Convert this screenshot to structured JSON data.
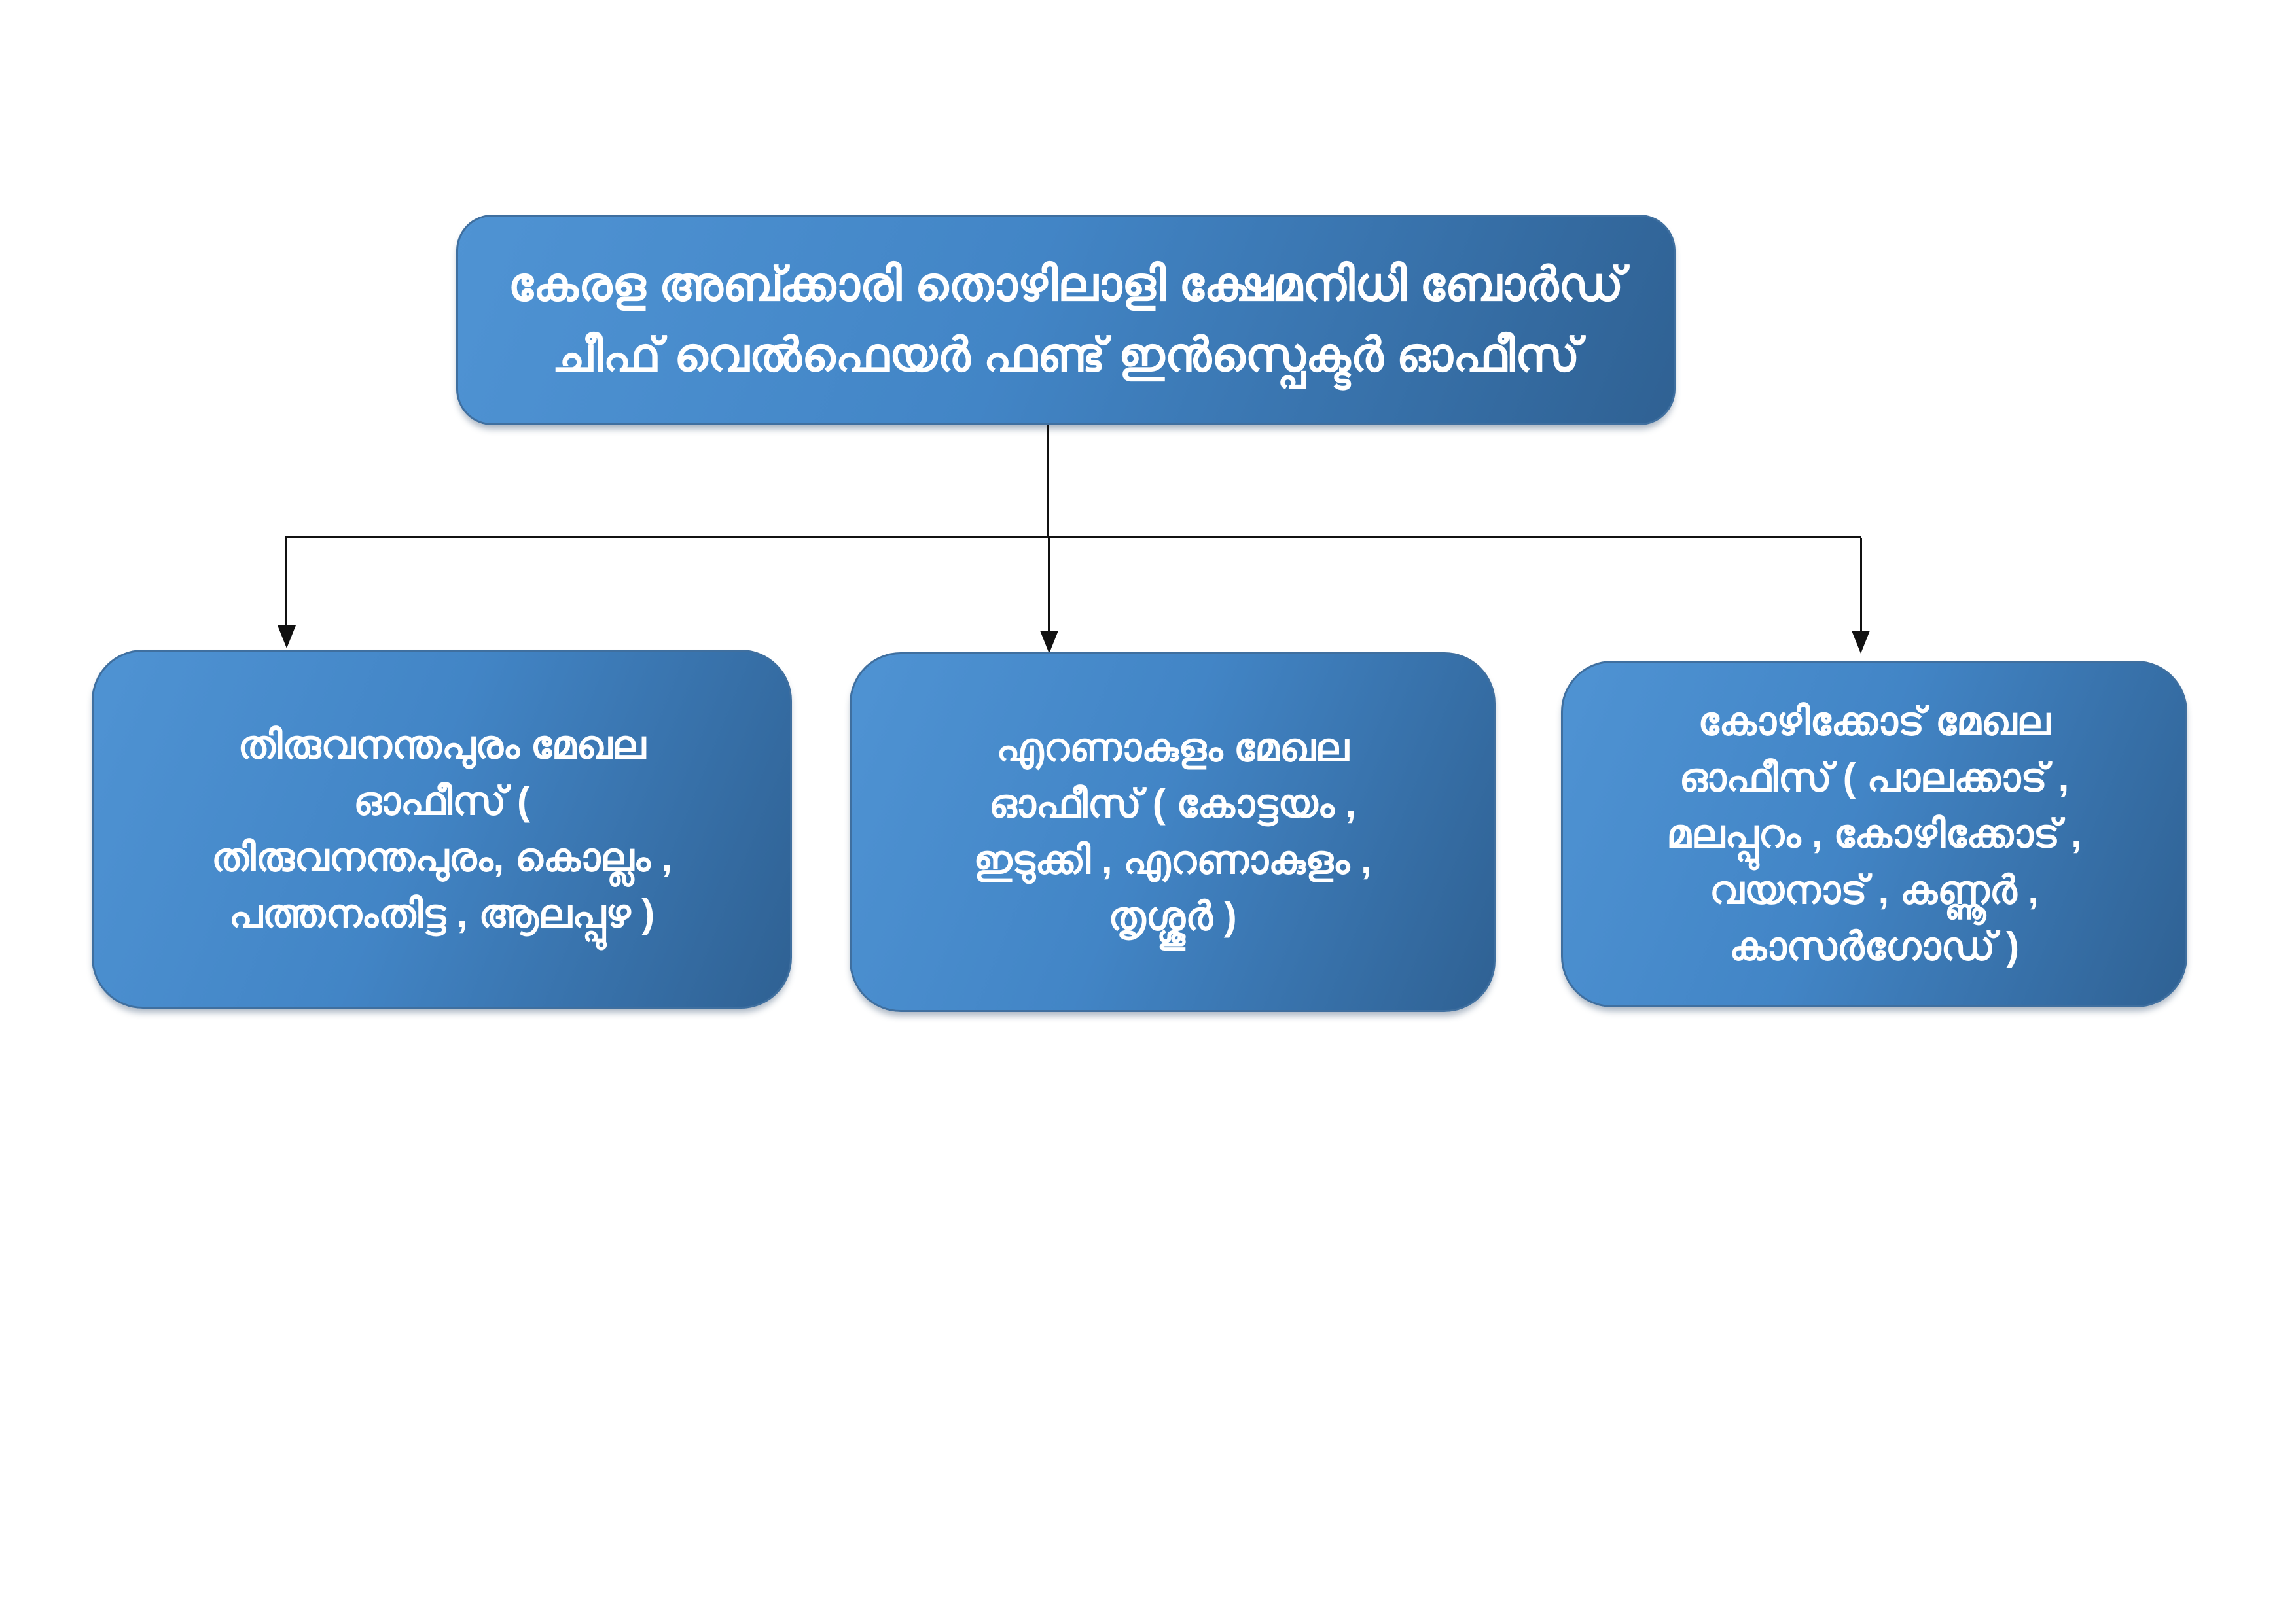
{
  "styles": {
    "box_fill_light": "#4f93d3",
    "box_fill_mid": "#4285c6",
    "box_fill_dark": "#2f6193",
    "box_border": "#3f6f9f",
    "text_color": "#ffffff",
    "connector_color": "#111111",
    "canvas_bg": "#ffffff"
  },
  "org_chart": {
    "root": {
      "lines": [
        "കേരള അബ്ക്കാരി തൊഴിലാളി ക്ഷേമനിധി ബോർഡ്",
        "ചീഫ് വെൽഫെയർ ഫണ്ട് ഇൻസ്പെക്ടർ ഓഫീസ്"
      ]
    },
    "regions": [
      {
        "id": "thiruvananthapuram-region-office",
        "lines": [
          "തിരുവനന്തപുരം മേഖല",
          "ഓഫീസ് (",
          "തിരുവനന്തപുരം, കൊല്ലം ,",
          "പത്തനംതിട്ട , ആലപ്പുഴ )"
        ]
      },
      {
        "id": "ernakulam-region-office",
        "lines": [
          "എറണാകുളം മേഖല",
          "ഓഫീസ് ( കോട്ടയം ,",
          "ഇടുക്കി , എറണാകുളം ,",
          "തൃശ്ശൂർ )"
        ]
      },
      {
        "id": "kozhikode-region-office",
        "lines": [
          "കോഴിക്കോട് മേഖല",
          "ഓഫീസ് ( പാലക്കാട് ,",
          "മലപ്പുറം , കോഴിക്കോട് ,",
          "വയനാട് , കണ്ണൂർ ,",
          "കാസർഗോഡ് )"
        ]
      }
    ]
  }
}
